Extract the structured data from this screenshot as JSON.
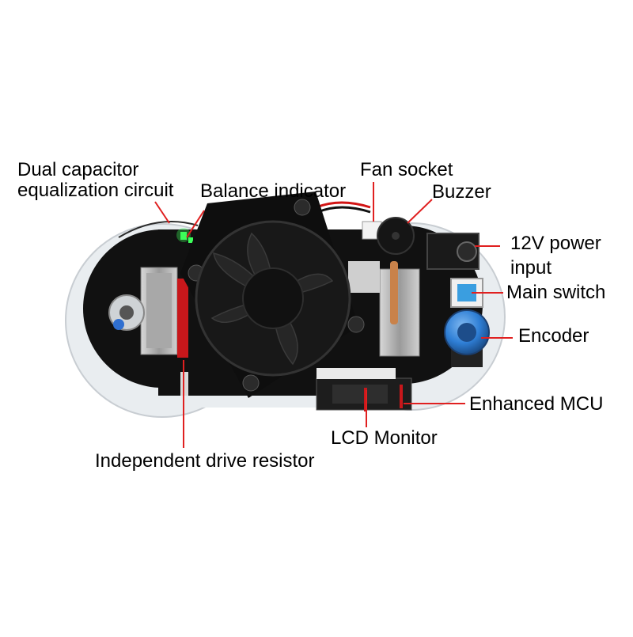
{
  "labels": {
    "dual_capacitor": [
      "Dual capacitor",
      "equalization circuit"
    ],
    "balance_indicator": "Balance indicator",
    "fan_socket": "Fan socket",
    "buzzer": "Buzzer",
    "power_input": [
      "12V power",
      "input"
    ],
    "main_switch": "Main switch",
    "encoder": "Encoder",
    "enhanced_mcu": "Enhanced MCU",
    "lcd_monitor": "LCD Monitor",
    "drive_resistor": "Independent drive resistor"
  },
  "colors": {
    "leader_line": "#e02020",
    "board": "#101010",
    "acrylic": "#e6ebef",
    "fan": "#0c0c0c",
    "heatsink": "#b9b9b9",
    "blue_knob": "#2f7fd6",
    "green_led": "#3cff5a",
    "copper": "#c9824a"
  }
}
